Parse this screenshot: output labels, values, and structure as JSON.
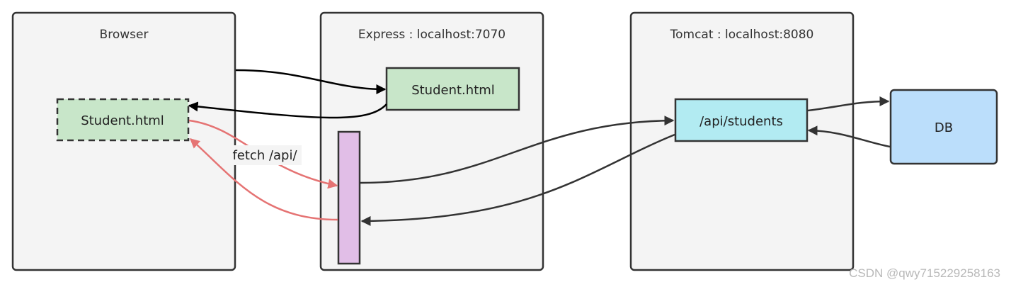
{
  "containers": {
    "browser": {
      "title": "Browser"
    },
    "express": {
      "title": "Express : localhost:7070"
    },
    "tomcat": {
      "title": "Tomcat : localhost:8080"
    }
  },
  "nodes": {
    "browser_page": {
      "label": "Student.html",
      "fill": "#c8e6c9",
      "border": "dashed"
    },
    "express_page": {
      "label": "Student.html",
      "fill": "#c8e6c9"
    },
    "proxy_bar": {
      "label": "",
      "fill": "#e1bee7"
    },
    "api_students": {
      "label": "/api/students",
      "fill": "#b2ebf2"
    },
    "db": {
      "label": "DB",
      "fill": "#bbdefb"
    }
  },
  "edges": {
    "fetch_label": "fetch /api/"
  },
  "colors": {
    "container_fill": "#f4f4f4",
    "stroke_dark": "#333333",
    "red_arrow": "#e57373"
  },
  "watermark": "CSDN @qwy715229258163"
}
